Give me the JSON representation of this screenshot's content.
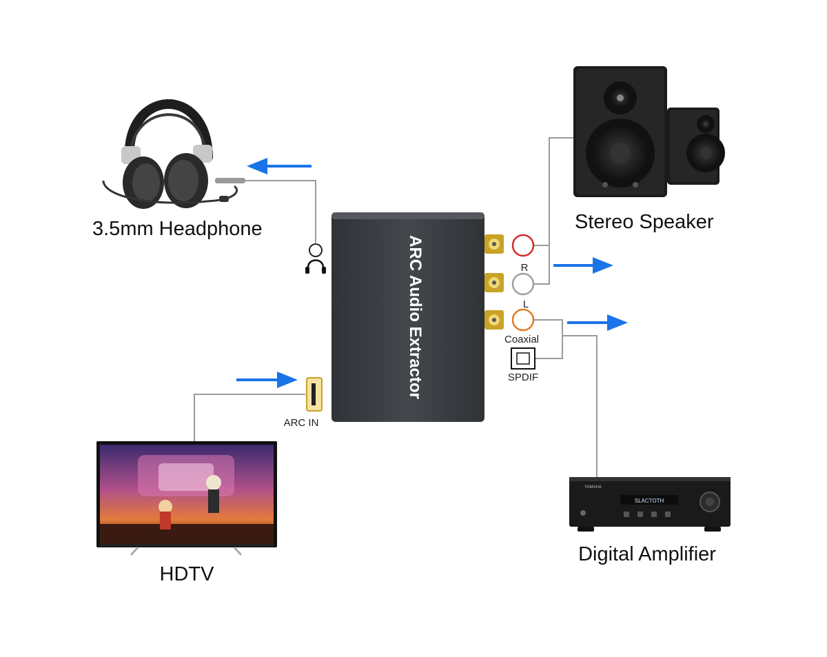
{
  "diagram": {
    "device_title": "ARC Audio Extractor",
    "labels": {
      "headphone": "3.5mm Headphone",
      "stereo_speaker": "Stereo Speaker",
      "hdtv": "HDTV",
      "digital_amplifier": "Digital Amplifier",
      "arc_in": "ARC IN",
      "port_r": "R",
      "port_l": "L",
      "coaxial": "Coaxial",
      "spdif": "SPDIF"
    },
    "colors": {
      "arrow": "#1a73e8",
      "device_body": "#3a3d42",
      "wire": "#9a9a9a",
      "port_r": "#d42a2a",
      "port_l": "#9e9e9e",
      "port_coaxial": "#e07a1f",
      "gold": "#c9a227"
    },
    "amplifier_display": "SLACTOTH",
    "amplifier_brand": "YAMAHA"
  }
}
